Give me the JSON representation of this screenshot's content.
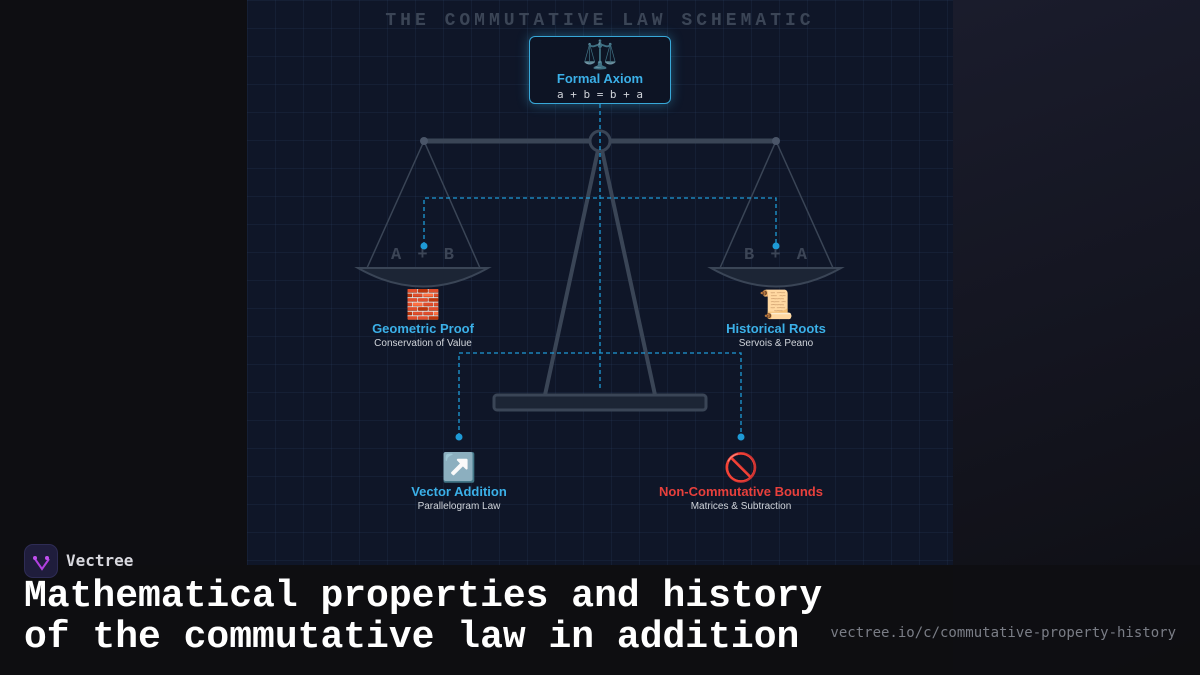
{
  "schematic_title": "THE COMMUTATIVE LAW SCHEMATIC",
  "axiom": {
    "icon": "balance-scale",
    "title": "Formal Axiom",
    "formula": "a + b = b + a"
  },
  "left_pan_label": "A + B",
  "right_pan_label": "B + A",
  "nodes": [
    {
      "icon": "brick",
      "title": "Geometric Proof",
      "subtitle": "Conservation of Value"
    },
    {
      "icon": "scroll",
      "title": "Historical Roots",
      "subtitle": "Servois & Peano"
    },
    {
      "icon": "up-right-arrow",
      "title": "Vector Addition",
      "subtitle": "Parallelogram Law"
    },
    {
      "icon": "prohibited",
      "title": "Non-Commutative Bounds",
      "subtitle": "Matrices & Subtraction"
    }
  ],
  "emojis": [
    "⚖️",
    "🧱",
    "📜",
    "↗️",
    "🚫"
  ],
  "colors": {
    "accent": "#3bb0e8",
    "warning": "#e8403c",
    "scale": "#3a4556",
    "panel": "#0f1628"
  },
  "brand": "Vectree",
  "headline": [
    "Mathematical properties and history",
    "of the commutative law in addition"
  ],
  "url": "vectree.io/c/commutative-property-history"
}
